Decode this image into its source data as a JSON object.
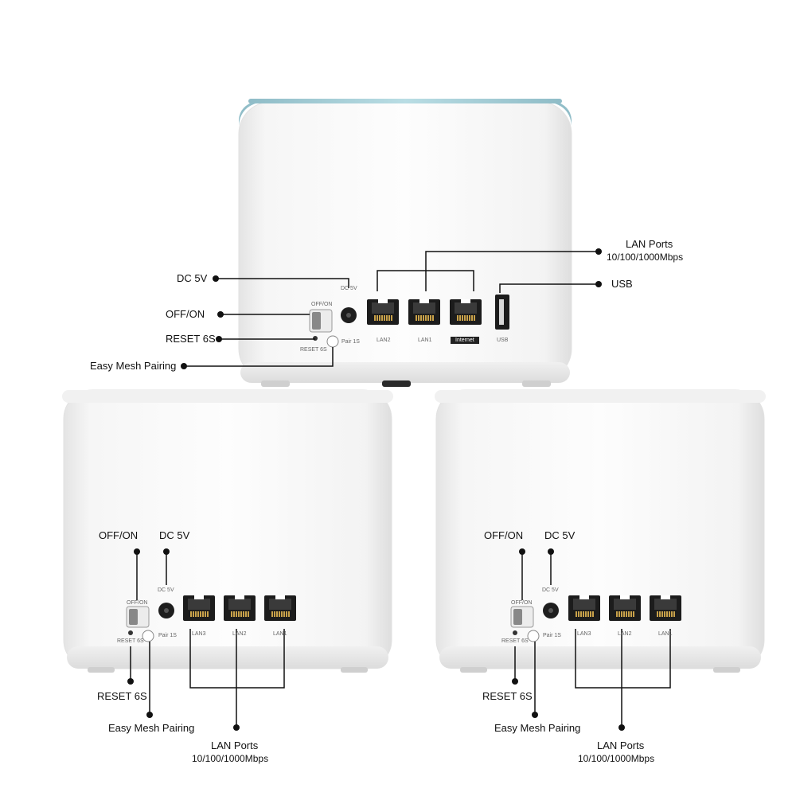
{
  "top_unit": {
    "callouts": {
      "dc": "DC 5V",
      "switch": "OFF/ON",
      "reset": "RESET 6S",
      "pair": "Easy Mesh Pairing",
      "lan_title": "LAN Ports",
      "lan_speed": "10/100/1000Mbps",
      "usb": "USB"
    },
    "printed": {
      "dc": "DC 5V",
      "switch": "OFF/ON",
      "reset": "RESET 6S",
      "pair": "Pair 1S",
      "port1": "LAN2",
      "port2": "LAN1",
      "port3": "Internet",
      "usb": "USB"
    }
  },
  "left_unit": {
    "callouts": {
      "switch": "OFF/ON",
      "dc": "DC 5V",
      "reset": "RESET 6S",
      "pair": "Easy Mesh Pairing",
      "lan_title": "LAN Ports",
      "lan_speed": "10/100/1000Mbps"
    },
    "printed": {
      "dc": "DC 5V",
      "switch": "OFF/ON",
      "reset": "RESET 6S",
      "pair": "Pair 1S",
      "port1": "LAN3",
      "port2": "LAN2",
      "port3": "LAN1"
    }
  },
  "right_unit": {
    "callouts": {
      "switch": "OFF/ON",
      "dc": "DC 5V",
      "reset": "RESET 6S",
      "pair": "Easy Mesh Pairing",
      "lan_title": "LAN Ports",
      "lan_speed": "10/100/1000Mbps"
    },
    "printed": {
      "dc": "DC 5V",
      "switch": "OFF/ON",
      "reset": "RESET 6S",
      "pair": "Pair 1S",
      "port1": "LAN3",
      "port2": "LAN2",
      "port3": "LAN1"
    }
  },
  "colors": {
    "body": "#f7f7f7",
    "top_accent": "#9ec9d3",
    "port": "#1c1c1c",
    "line": "#111111"
  }
}
